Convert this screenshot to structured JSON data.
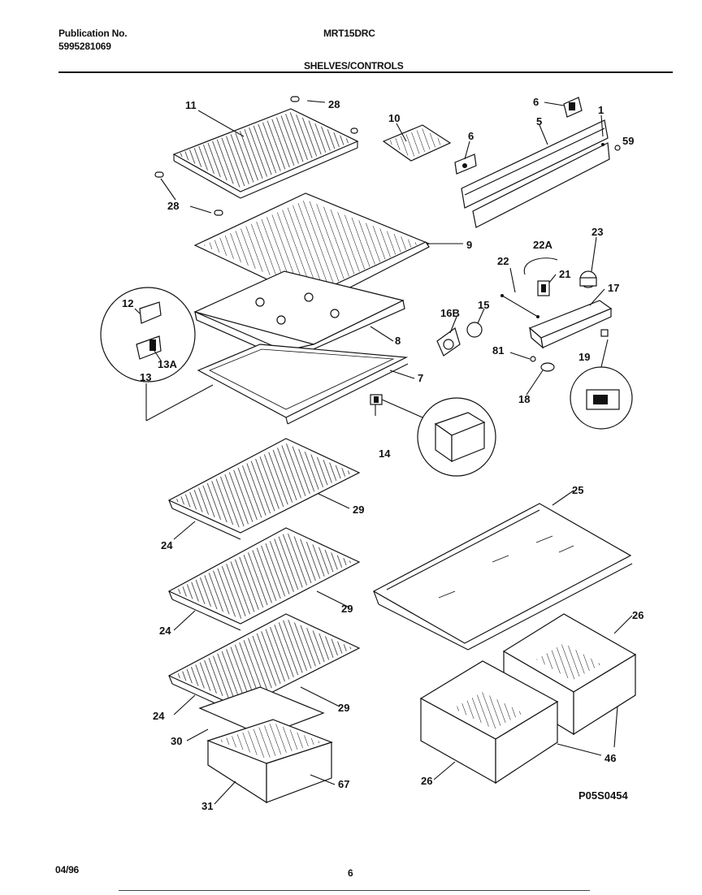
{
  "header": {
    "publication_label": "Publication No.",
    "publication_number": "5995281069",
    "model": "MRT15DRC",
    "section_title": "SHELVES/CONTROLS"
  },
  "footer": {
    "date": "04/96",
    "page": "6"
  },
  "diagram_code": "P05S0454",
  "callouts": {
    "c11": "11",
    "c28a": "28",
    "c28b": "28",
    "c10": "10",
    "c6a": "6",
    "c6b": "6",
    "c5": "5",
    "c1": "1",
    "c59": "59",
    "c9": "9",
    "c22a": "22A",
    "c23": "23",
    "c22": "22",
    "c21": "21",
    "c17": "17",
    "c12": "12",
    "c13a": "13A",
    "c13": "13",
    "c16b": "16B",
    "c15": "15",
    "c8": "8",
    "c81": "81",
    "c19": "19",
    "c7": "7",
    "c18": "18",
    "c14": "14",
    "c25": "25",
    "c29a": "29",
    "c24a": "24",
    "c29b": "29",
    "c24b": "24",
    "c26a": "26",
    "c24c": "24",
    "c29c": "29",
    "c30": "30",
    "c46": "46",
    "c26b": "26",
    "c67": "67",
    "c31": "31"
  }
}
